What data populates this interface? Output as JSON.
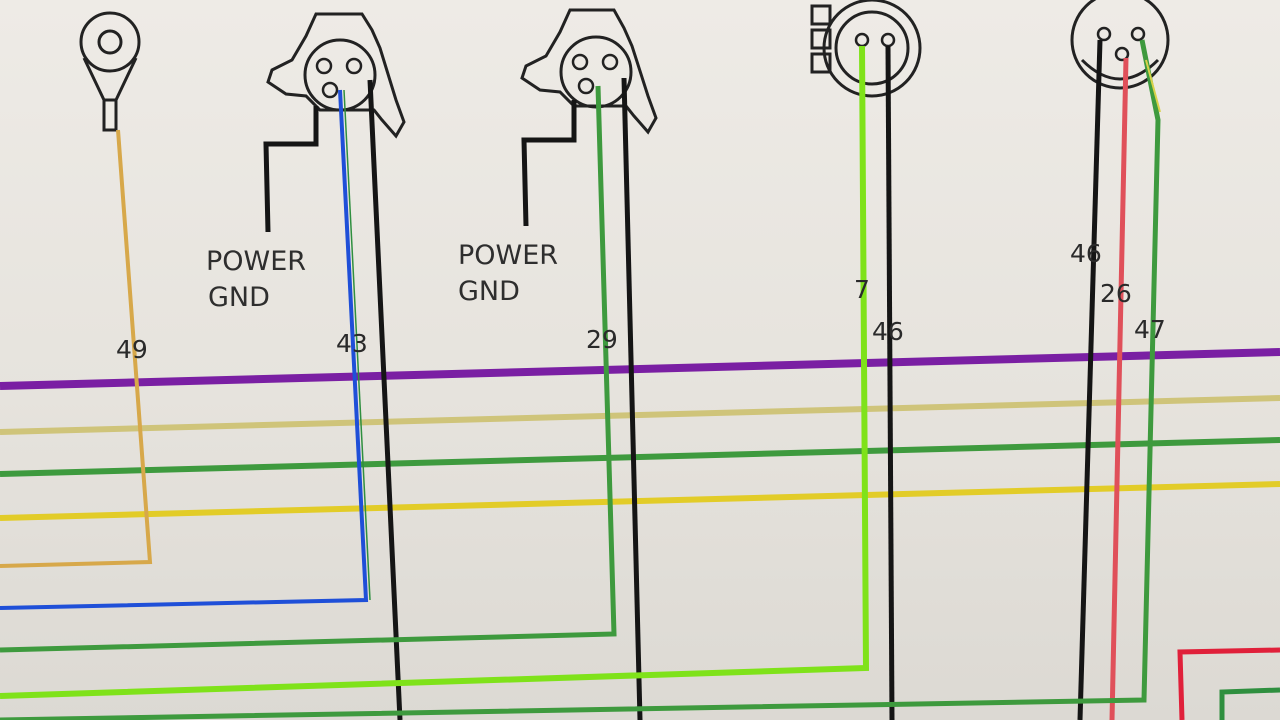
{
  "labels": {
    "power_gnd_1": [
      "POWER",
      "GND"
    ],
    "power_gnd_2": [
      "POWER",
      "GND"
    ]
  },
  "wire_numbers": {
    "w49": "49",
    "w43": "43",
    "w29": "29",
    "w7": "7",
    "w46a": "46",
    "w46b": "46",
    "w26": "26",
    "w47": "47"
  },
  "colors": {
    "purple": "#7a1fa3",
    "tan": "#cfc47a",
    "green": "#3e9a3e",
    "yellow": "#e2cc28",
    "orange": "#d7a84a",
    "blue": "#1f4fd8",
    "black": "#151515",
    "light_green": "#7fe21a",
    "red": "#e0505a",
    "bright_red": "#e0203a"
  }
}
